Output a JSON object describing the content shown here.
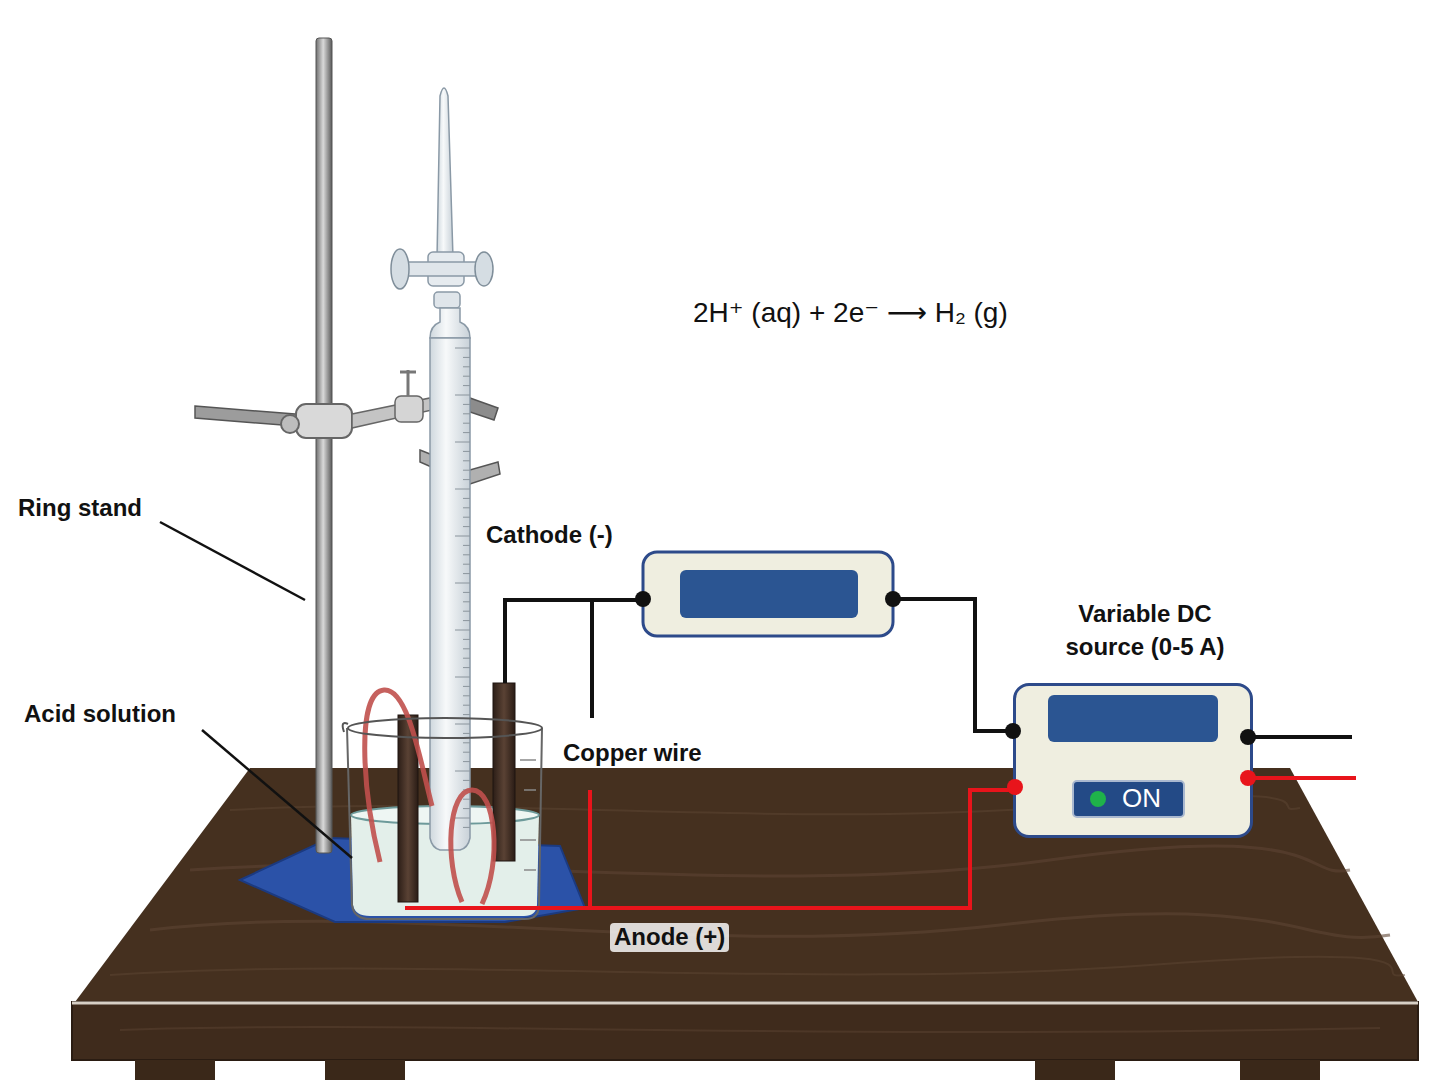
{
  "diagram": {
    "nodes": [
      {
        "text": [
          "Variable DC source (0-5 A)"
        ]
      },
      {
        "text": [
          "ON"
        ],
        "in": 0
      }
    ],
    "labels": [
      "2H⁺ (aq) + 2e⁻ ⟶ H₂ (g)",
      "Ring stand",
      "Cathode (-)",
      "Acid solution",
      "Copper wire",
      "Anode (+)"
    ]
  }
}
